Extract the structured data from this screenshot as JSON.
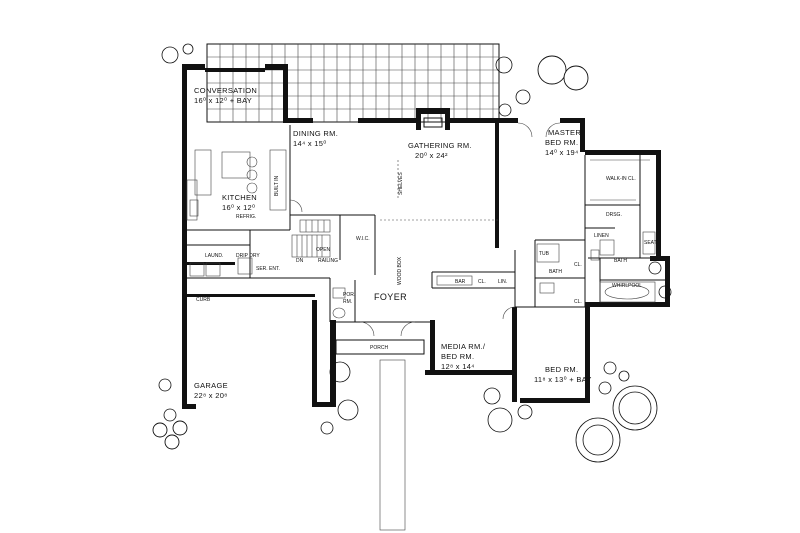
{
  "rooms": {
    "conversation": {
      "name": "CONVERSATION",
      "dims": "16⁰ x 12⁰ + BAY"
    },
    "dining": {
      "name": "DINING RM.",
      "dims": "14⁴ x 15⁰"
    },
    "gathering": {
      "name": "GATHERING RM.",
      "dims": "20⁰ x 24²"
    },
    "master": {
      "name": "MASTER",
      "name2": "BED RM.",
      "dims": "14⁰ x 19⁴"
    },
    "kitchen": {
      "name": "KITCHEN",
      "dims": "16⁰ x 12⁰"
    },
    "foyer": {
      "name": "FOYER"
    },
    "media": {
      "name": "MEDIA RM./",
      "name2": "BED RM.",
      "dims": "12⁸ x 14⁴"
    },
    "bed": {
      "name": "BED RM.",
      "dims": "11⁸ x 13⁰ + BAY"
    },
    "garage": {
      "name": "GARAGE",
      "dims": "22⁸ x 20⁸"
    },
    "porch": {
      "name": "PORCH"
    },
    "powder": {
      "name": "POR.",
      "name2": "RM."
    }
  },
  "small_labels": {
    "laund": "LAUND.",
    "ser_ent": "SER. ENT.",
    "walkin": "WALK-IN CL.",
    "drsg": "DRSG.",
    "linen": "LINEN",
    "bath1": "BATH",
    "bath2": "BATH",
    "tub": "TUB",
    "whirlpool": "WHIRLPOOL",
    "seat": "SEAT",
    "wic": "W.I.C.",
    "dn": "DN",
    "open": "OPEN",
    "railing": "RAILING",
    "bar": "BAR",
    "cl1": "CL.",
    "lin": "LIN.",
    "cl2": "CL.",
    "cl3": "CL.",
    "refrig": "REFRIG.",
    "curb": "CURB",
    "drip": "DRIP DRY",
    "built_in": "BUILT IN",
    "shelves": "SHELVES",
    "wood_box": "WOOD BOX"
  }
}
